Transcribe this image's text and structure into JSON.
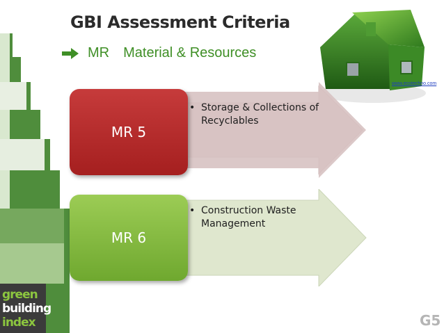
{
  "header": {
    "title": "GBI Assessment Criteria",
    "subtitle_code": "MR",
    "subtitle_text": "Material & Resources"
  },
  "image_source": "www.ecotechno.com",
  "criteria": [
    {
      "code": "MR 5",
      "bullets": [
        "Storage & Collections of Recyclables"
      ],
      "color": "#b52a2a"
    },
    {
      "code": "MR 6",
      "bullets": [
        "Construction Waste Management"
      ],
      "color": "#86bb45"
    }
  ],
  "logo": {
    "line1": "green",
    "line2": "building",
    "line3": "index"
  },
  "slide_id": "G5",
  "colors": {
    "accent_green": "#3f8f26",
    "arrow_red_fill": "#d9c4c4",
    "arrow_green_fill": "#dde6cc",
    "stair_green": "#4a8a3a"
  }
}
